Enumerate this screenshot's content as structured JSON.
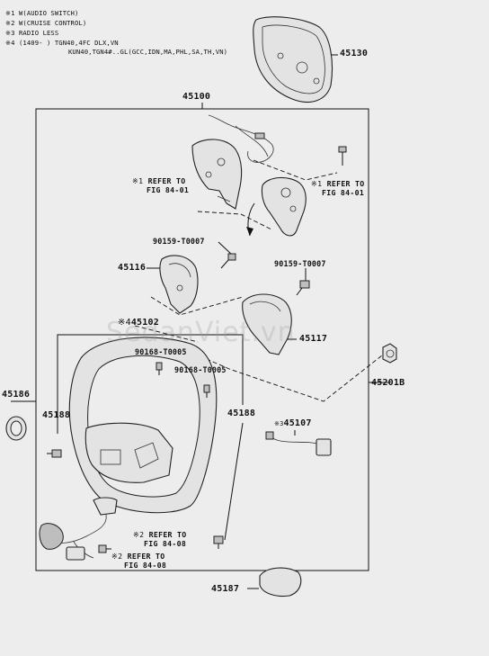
{
  "notes": [
    {
      "mark": "※1",
      "text": "W(AUDIO SWITCH)"
    },
    {
      "mark": "※2",
      "text": "W(CRUISE CONTROL)"
    },
    {
      "mark": "※3",
      "text": "RADIO LESS"
    },
    {
      "mark": "※4",
      "text": "(1409-        ) TGN40,4FC DLX,VN"
    }
  ],
  "notes_cont": "KUN40,TGN4#..GL(GCC,IDN,MA,PHL,SA,TH,VN)",
  "parts": {
    "p45130": "45130",
    "p45100": "45100",
    "p90159a": "90159-T0007",
    "p45116": "45116",
    "p90159b": "90159-T0007",
    "p45102": "45102",
    "p45102_mark": "※4",
    "p45117": "45117",
    "p90168a": "90168-T0005",
    "p90168b": "90168-T0005",
    "p45186": "45186",
    "p45201": "45201B",
    "p45188a": "45188",
    "p45188b": "45188",
    "p45107": "45107",
    "p45107_mark": "※3",
    "p45187": "45187"
  },
  "refs": {
    "left_fig84": {
      "mark": "※1",
      "line1": "REFER TO",
      "line2": "FIG 84-01"
    },
    "right_fig84": {
      "mark": "※1",
      "line1": "REFER TO",
      "line2": "FIG 84-01"
    },
    "cruise1": {
      "mark": "※2",
      "line1": "REFER TO",
      "line2": "FIG 84-08"
    },
    "cruise2": {
      "mark": "※2",
      "line1": "REFER TO",
      "line2": "FIG 84-08"
    }
  },
  "watermark": "SedanViet.vn"
}
